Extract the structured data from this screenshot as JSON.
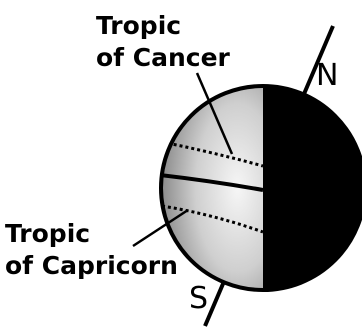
{
  "labels": {
    "tropic_cancer_line1": "Tropic",
    "tropic_cancer_line2": "of Cancer",
    "tropic_capricorn_line1": "Tropic",
    "tropic_capricorn_line2": "of Capricorn",
    "north": "N",
    "south": "S"
  },
  "colors": {
    "night_side": "#000000",
    "day_side_light": "#f2f2f2",
    "day_side_shade": "#8a8a8a",
    "outline": "#000000"
  }
}
